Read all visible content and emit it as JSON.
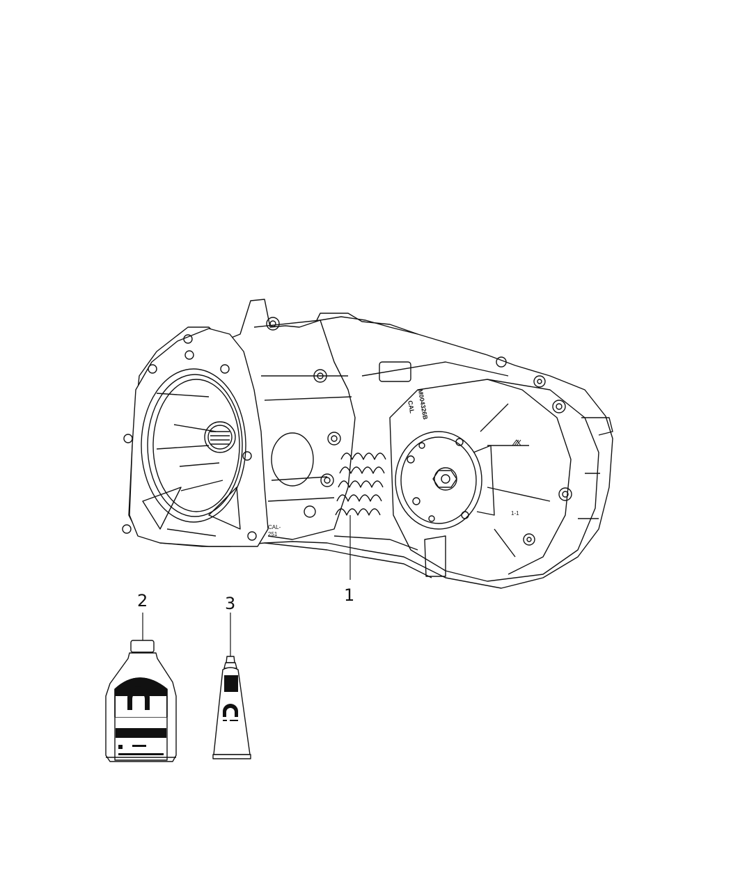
{
  "diagram": {
    "background": "#ffffff",
    "line_color": "#111111",
    "parts": [
      {
        "callout": "1",
        "label": "transfer-case-assembly"
      },
      {
        "callout": "2",
        "label": "fluid-bottle"
      },
      {
        "callout": "3",
        "label": "sealant-tube"
      }
    ],
    "markings": {
      "case_code": "M004326B",
      "case_cal": "CAL",
      "case_side": "CAL-",
      "case_side_num": "251",
      "case_marker": "1-1"
    }
  }
}
